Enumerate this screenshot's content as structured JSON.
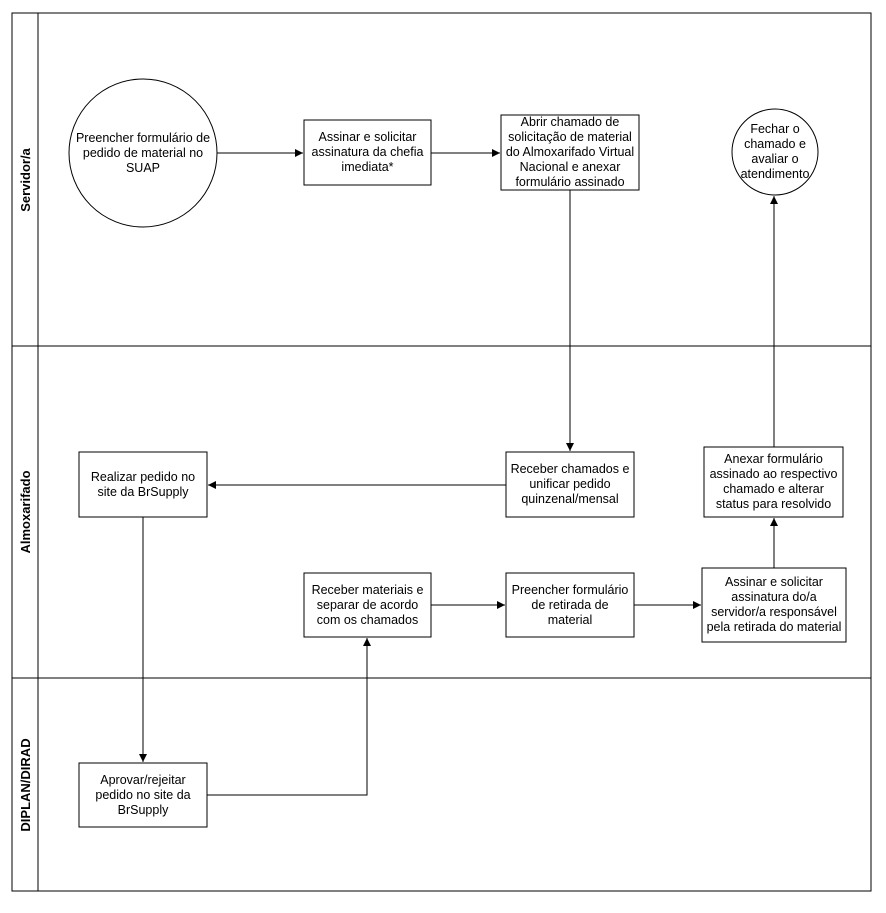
{
  "lanes": {
    "servidor": "Servidor/a",
    "almoxarifado": "Almoxarifado",
    "diplan": "DIPLAN/DIRAD"
  },
  "nodes": {
    "preencher_formulario_pedido": "Preencher formulário de\npedido de material no\nSUAP",
    "assinar_solicitar_chefia": "Assinar e solicitar\nassinatura da chefia\nimediata*",
    "abrir_chamado": "Abrir chamado de\nsolicitação de material\ndo Almoxarifado Virtual\nNacional e anexar\nformulário assinado",
    "fechar_chamado": "Fechar o\nchamado e\navaliar o\natendimento",
    "realizar_pedido": "Realizar pedido no\nsite da BrSupply",
    "receber_chamados": "Receber chamados e\nunificar pedido\nquinzenal/mensal",
    "anexar_formulario": "Anexar formulário\nassinado ao respectivo\nchamado e alterar\nstatus para resolvido",
    "receber_materiais": "Receber materiais e\nseparar de acordo\ncom os chamados",
    "preencher_retirada": "Preencher formulário\nde retirada de\nmaterial",
    "assinar_retirada": "Assinar e solicitar\nassinatura do/a\nservidor/a responsável\npela retirada do material",
    "aprovar_rejeitar": "Aprovar/rejeitar\npedido no site da\nBrSupply"
  }
}
